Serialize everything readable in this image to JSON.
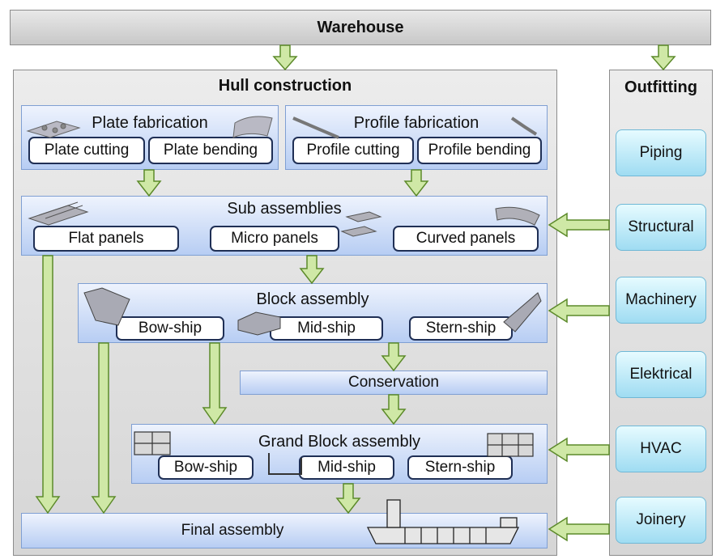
{
  "warehouse": {
    "label": "Warehouse"
  },
  "hull": {
    "title": "Hull construction",
    "plate_fabrication": {
      "title": "Plate fabrication",
      "cutting": "Plate cutting",
      "bending": "Plate bending"
    },
    "profile_fabrication": {
      "title": "Profile fabrication",
      "cutting": "Profile cutting",
      "bending": "Profile bending"
    },
    "sub_assemblies": {
      "title": "Sub assemblies",
      "flat": "Flat panels",
      "micro": "Micro panels",
      "curved": "Curved panels"
    },
    "block_assembly": {
      "title": "Block assembly",
      "bow": "Bow-ship",
      "mid": "Mid-ship",
      "stern": "Stern-ship"
    },
    "conservation": {
      "label": "Conservation"
    },
    "grand_block_assembly": {
      "title": "Grand Block assembly",
      "bow": "Bow-ship",
      "mid": "Mid-ship",
      "stern": "Stern-ship"
    },
    "final_assembly": {
      "label": "Final assembly"
    }
  },
  "outfitting": {
    "title": "Outfitting",
    "items": [
      "Piping",
      "Structural",
      "Machinery",
      "Elektrical",
      "HVAC",
      "Joinery"
    ]
  },
  "colors": {
    "arrow_fill": "#cfe8a6",
    "arrow_stroke": "#5c8a2a",
    "panel_blue": "#b7cdf3",
    "outfit_cyan": "#9fdcf2"
  }
}
